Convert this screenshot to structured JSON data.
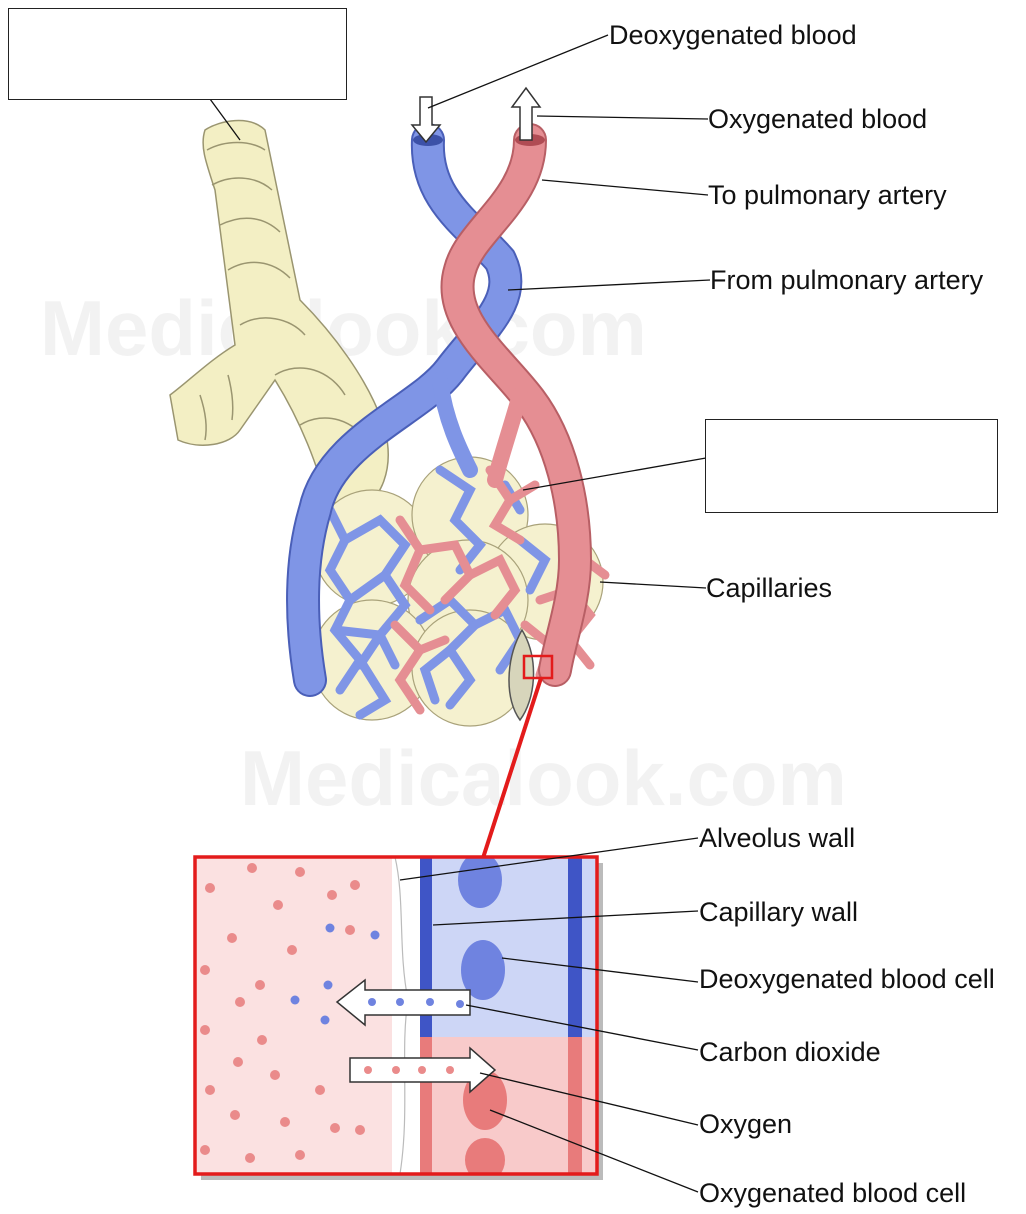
{
  "watermark": "Medicalook.com",
  "colors": {
    "deoxygenated": "#7f95e6",
    "oxygenated": "#e58e93",
    "alveolus": "#f5f1cf",
    "bronchiole": "#f3efc4",
    "highlight": "#e31b1b"
  },
  "labels": {
    "deoxygenated_blood": "Deoxygenated blood",
    "oxygenated_blood": "Oxygenated blood",
    "to_pulmonary_artery": "To pulmonary artery",
    "from_pulmonary_artery": "From pulmonary artery",
    "capillaries": "Capillaries",
    "alveolus_wall": "Alveolus wall",
    "capillary_wall": "Capillary wall",
    "deoxygenated_blood_cell": "Deoxygenated blood cell",
    "carbon_dioxide": "Carbon dioxide",
    "oxygen": "Oxygen",
    "oxygenated_blood_cell": "Oxygenated blood cell"
  },
  "blank_boxes": [
    "top-left-blank",
    "right-blank"
  ]
}
